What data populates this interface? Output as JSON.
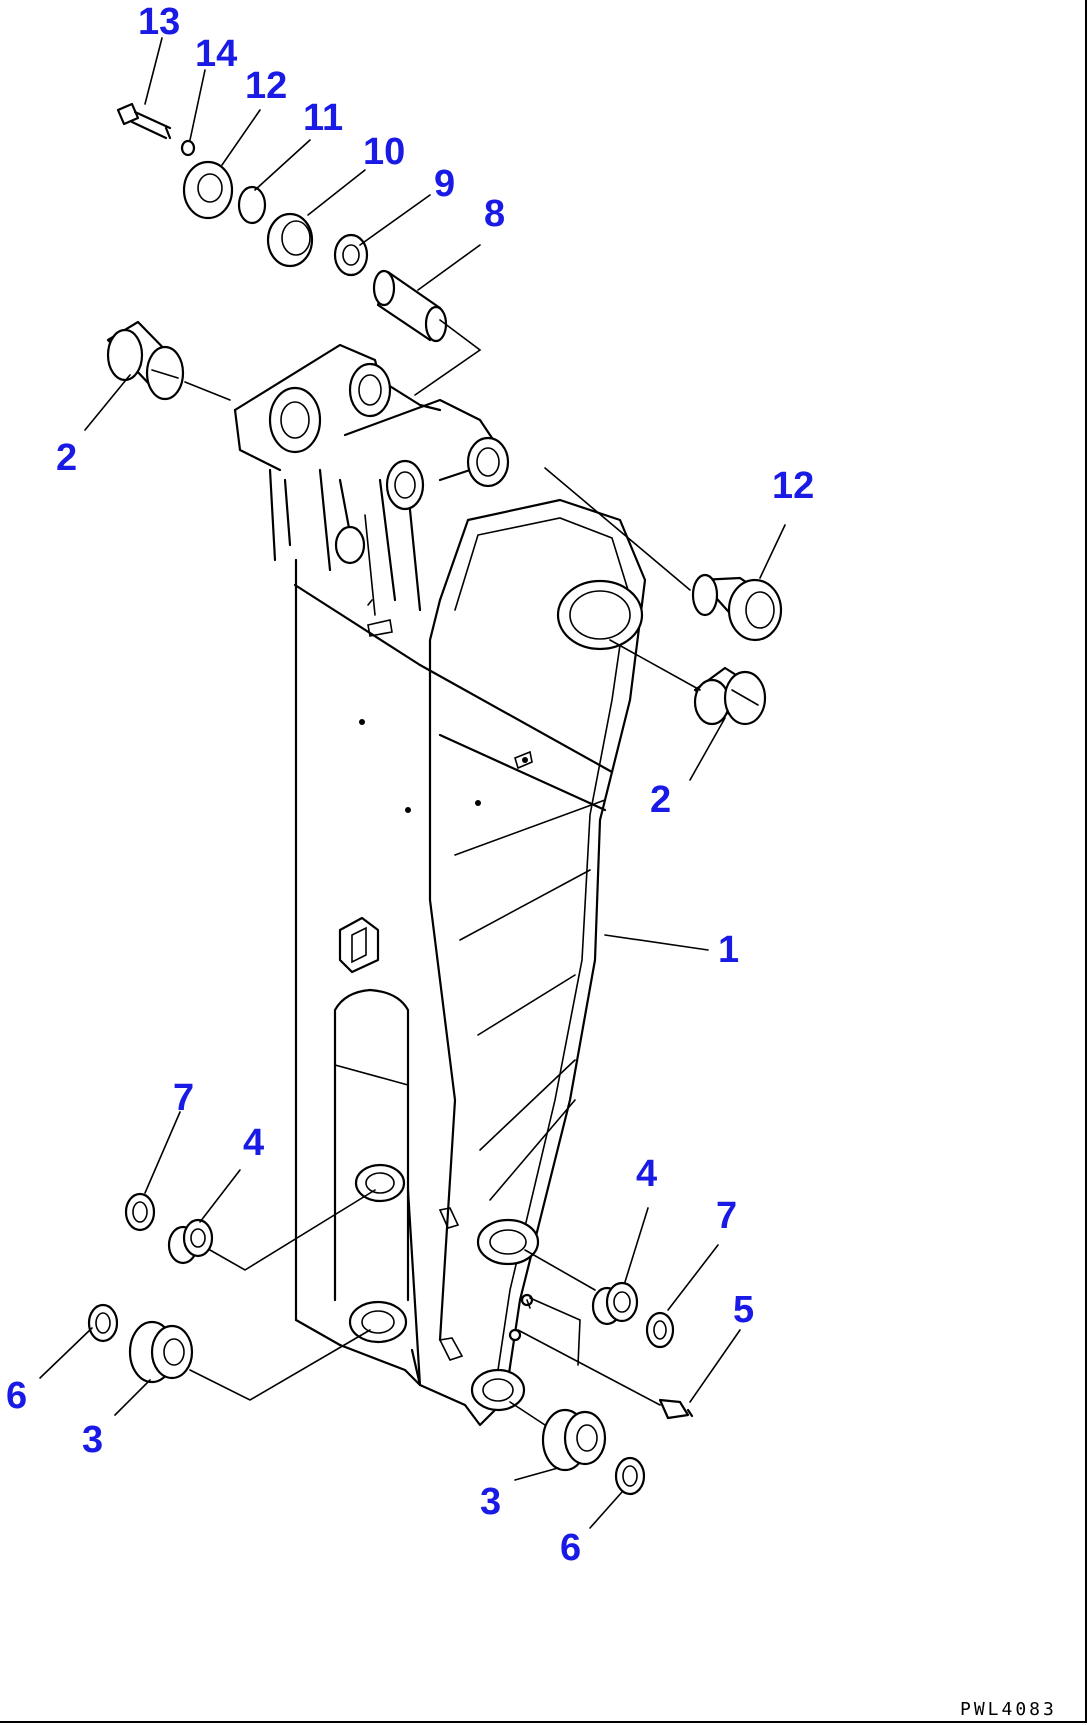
{
  "drawing_code": "PWL4083",
  "callouts": [
    "13",
    "14",
    "12",
    "11",
    "10",
    "9",
    "8",
    "2",
    "12",
    "2",
    "1",
    "7",
    "4",
    "4",
    "7",
    "5",
    "6",
    "3",
    "3",
    "6"
  ],
  "colors": {
    "callout": "#1a1ae6",
    "line": "#000000",
    "background": "#ffffff"
  }
}
